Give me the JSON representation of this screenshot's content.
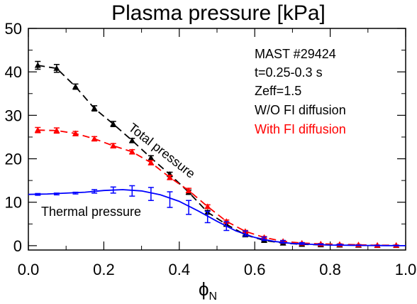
{
  "chart_data": {
    "type": "line",
    "title": "Plasma pressure [kPa]",
    "xlabel": "ϕ",
    "xlabel_subscript": "N",
    "ylabel": "",
    "xlim": [
      0,
      1
    ],
    "ylim": [
      -1,
      50
    ],
    "xticks": [
      "0.0",
      "0.2",
      "0.4",
      "0.6",
      "0.8",
      "1.0"
    ],
    "yticks": [
      "0",
      "10",
      "20",
      "30",
      "40",
      "50"
    ],
    "grid": false,
    "annotations": [
      {
        "text": "MAST #29424",
        "color": "#000000"
      },
      {
        "text": "t=0.25-0.3 s",
        "color": "#000000"
      },
      {
        "text": "Zeff=1.5",
        "color": "#000000"
      },
      {
        "text": "W/O FI diffusion",
        "color": "#000000"
      },
      {
        "text": "With FI diffusion",
        "color": "#ff0000"
      }
    ],
    "curve_labels": [
      {
        "text": "Total pressure",
        "series": 0
      },
      {
        "text": "Thermal pressure",
        "series": 2
      }
    ],
    "series": [
      {
        "color": "#000000",
        "line": "dashed",
        "marker": "triangle",
        "points": [
          {
            "x": 0.025,
            "y": 41.5,
            "err": 0.9
          },
          {
            "x": 0.075,
            "y": 40.8,
            "err": 0.9
          },
          {
            "x": 0.125,
            "y": 36.6,
            "err": 0.6
          },
          {
            "x": 0.175,
            "y": 31.6,
            "err": 0.6
          },
          {
            "x": 0.225,
            "y": 28.0,
            "err": 0.6
          },
          {
            "x": 0.275,
            "y": 24.2,
            "err": 0.5
          },
          {
            "x": 0.325,
            "y": 20.2,
            "err": 0.5
          },
          {
            "x": 0.375,
            "y": 16.4,
            "err": 0.5
          },
          {
            "x": 0.425,
            "y": 12.3,
            "err": 0.5
          },
          {
            "x": 0.475,
            "y": 7.7,
            "err": 0.4
          },
          {
            "x": 0.525,
            "y": 4.9,
            "err": 0.3
          },
          {
            "x": 0.575,
            "y": 2.5,
            "err": 0.2
          },
          {
            "x": 0.625,
            "y": 1.2,
            "err": 0.2
          },
          {
            "x": 0.675,
            "y": 0.6,
            "err": 0.1
          },
          {
            "x": 0.725,
            "y": 0.3,
            "err": 0.1
          },
          {
            "x": 0.775,
            "y": 0.2,
            "err": 0.1
          },
          {
            "x": 0.825,
            "y": 0.15,
            "err": 0.1
          },
          {
            "x": 0.875,
            "y": 0.1,
            "err": 0.05
          },
          {
            "x": 0.925,
            "y": 0.05,
            "err": 0.05
          },
          {
            "x": 0.975,
            "y": 0.05,
            "err": 0.05
          }
        ]
      },
      {
        "color": "#ff0000",
        "line": "dashed",
        "marker": "triangle",
        "points": [
          {
            "x": 0.025,
            "y": 26.6,
            "err": 0.6
          },
          {
            "x": 0.075,
            "y": 26.5,
            "err": 0.6
          },
          {
            "x": 0.125,
            "y": 25.8,
            "err": 0.5
          },
          {
            "x": 0.175,
            "y": 24.6,
            "err": 0.5
          },
          {
            "x": 0.225,
            "y": 23.0,
            "err": 0.5
          },
          {
            "x": 0.275,
            "y": 21.6,
            "err": 0.5
          },
          {
            "x": 0.325,
            "y": 19.1,
            "err": 0.5
          },
          {
            "x": 0.375,
            "y": 15.7,
            "err": 0.5
          },
          {
            "x": 0.425,
            "y": 12.7,
            "err": 0.5
          },
          {
            "x": 0.475,
            "y": 9.0,
            "err": 0.4
          },
          {
            "x": 0.525,
            "y": 5.6,
            "err": 0.3
          },
          {
            "x": 0.575,
            "y": 3.3,
            "err": 0.2
          },
          {
            "x": 0.625,
            "y": 1.9,
            "err": 0.2
          },
          {
            "x": 0.675,
            "y": 1.0,
            "err": 0.1
          },
          {
            "x": 0.725,
            "y": 0.6,
            "err": 0.1
          },
          {
            "x": 0.775,
            "y": 0.4,
            "err": 0.1
          },
          {
            "x": 0.825,
            "y": 0.3,
            "err": 0.1
          },
          {
            "x": 0.875,
            "y": 0.2,
            "err": 0.05
          },
          {
            "x": 0.925,
            "y": 0.1,
            "err": 0.05
          },
          {
            "x": 0.975,
            "y": 0.1,
            "err": 0.05
          }
        ]
      },
      {
        "color": "#0000ff",
        "line": "solid",
        "marker": "none",
        "curve": [
          [
            0.0,
            11.8
          ],
          [
            0.05,
            11.9
          ],
          [
            0.1,
            12.1
          ],
          [
            0.15,
            12.3
          ],
          [
            0.2,
            12.7
          ],
          [
            0.25,
            12.9
          ],
          [
            0.3,
            12.6
          ],
          [
            0.35,
            11.7
          ],
          [
            0.4,
            10.2
          ],
          [
            0.45,
            8.0
          ],
          [
            0.5,
            5.6
          ],
          [
            0.55,
            3.4
          ],
          [
            0.6,
            1.9
          ],
          [
            0.65,
            1.0
          ],
          [
            0.7,
            0.5
          ],
          [
            0.75,
            0.3
          ],
          [
            0.8,
            0.15
          ],
          [
            0.85,
            0.1
          ],
          [
            0.9,
            0.05
          ],
          [
            0.95,
            0.02
          ],
          [
            1.0,
            0.0
          ]
        ],
        "points": [
          {
            "x": 0.025,
            "y": 11.8,
            "err": 0.2
          },
          {
            "x": 0.075,
            "y": 11.9,
            "err": 0.2
          },
          {
            "x": 0.125,
            "y": 12.1,
            "err": 0.2
          },
          {
            "x": 0.175,
            "y": 12.5,
            "err": 0.4
          },
          {
            "x": 0.225,
            "y": 12.8,
            "err": 0.7
          },
          {
            "x": 0.275,
            "y": 12.6,
            "err": 1.2
          },
          {
            "x": 0.325,
            "y": 11.9,
            "err": 1.5
          },
          {
            "x": 0.375,
            "y": 10.6,
            "err": 1.8
          },
          {
            "x": 0.425,
            "y": 8.8,
            "err": 1.6
          },
          {
            "x": 0.475,
            "y": 6.6,
            "err": 1.3
          },
          {
            "x": 0.525,
            "y": 4.5,
            "err": 1.0
          },
          {
            "x": 0.575,
            "y": 2.8,
            "err": 0.6
          },
          {
            "x": 0.625,
            "y": 1.6,
            "err": 0.4
          },
          {
            "x": 0.675,
            "y": 0.9,
            "err": 0.3
          },
          {
            "x": 0.725,
            "y": 0.5,
            "err": 0.2
          },
          {
            "x": 0.775,
            "y": 0.3,
            "err": 0.1
          },
          {
            "x": 0.825,
            "y": 0.2,
            "err": 0.1
          },
          {
            "x": 0.875,
            "y": 0.1,
            "err": 0.05
          },
          {
            "x": 0.925,
            "y": 0.05,
            "err": 0.05
          },
          {
            "x": 0.975,
            "y": 0.02,
            "err": 0.05
          }
        ]
      }
    ]
  }
}
